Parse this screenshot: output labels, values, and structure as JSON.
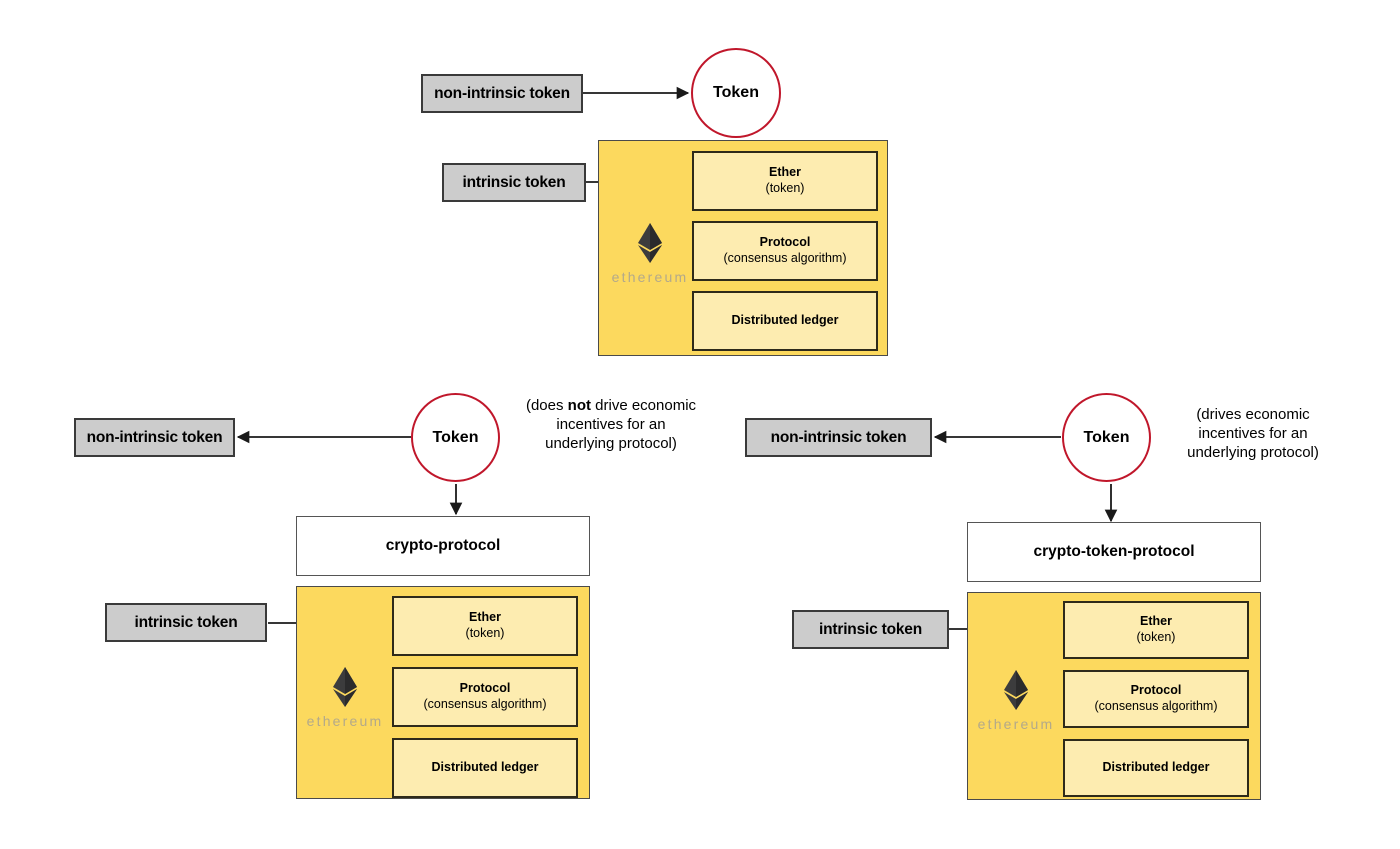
{
  "diagram": {
    "title": "Token taxonomy: intrinsic vs non-intrinsic tokens",
    "colors": {
      "gray_box_fill": "#cccccc",
      "gray_box_border": "#3a3a3a",
      "token_circle_border": "#c0172b",
      "ethereum_container_fill": "#fcd95e",
      "ethereum_inner_fill": "#fdecb0",
      "ethereum_inner_border": "#2e2a1a",
      "ethereum_wordmark": "#b3a98a",
      "arrow": "#1a1a1a",
      "background": "#ffffff"
    }
  },
  "labels": {
    "non_intrinsic_token": "non-intrinsic token",
    "intrinsic_token": "intrinsic token",
    "token": "Token",
    "crypto_protocol": "crypto-protocol",
    "crypto_token_protocol": "crypto-token-protocol",
    "ethereum_wordmark": "ethereum"
  },
  "ethereum_stack": {
    "rows": [
      {
        "title": "Ether",
        "subtitle": "(token)"
      },
      {
        "title": "Protocol",
        "subtitle": "(consensus algorithm)"
      },
      {
        "title": "Distributed ledger",
        "subtitle": ""
      }
    ]
  },
  "panels": {
    "top": {
      "non_intrinsic_token": "non-intrinsic token",
      "intrinsic_token": "intrinsic token",
      "token": "Token"
    },
    "bottom_left": {
      "non_intrinsic_token": "non-intrinsic token",
      "intrinsic_token": "intrinsic token",
      "token": "Token",
      "protocol_box": "crypto-protocol",
      "note_prefix": "(does ",
      "note_bold": "not",
      "note_suffix": " drive economic incentives for an underlying protocol)"
    },
    "bottom_right": {
      "non_intrinsic_token": "non-intrinsic token",
      "intrinsic_token": "intrinsic token",
      "token": "Token",
      "protocol_box": "crypto-token-protocol",
      "note": "(drives economic incentives for an underlying protocol)"
    }
  }
}
